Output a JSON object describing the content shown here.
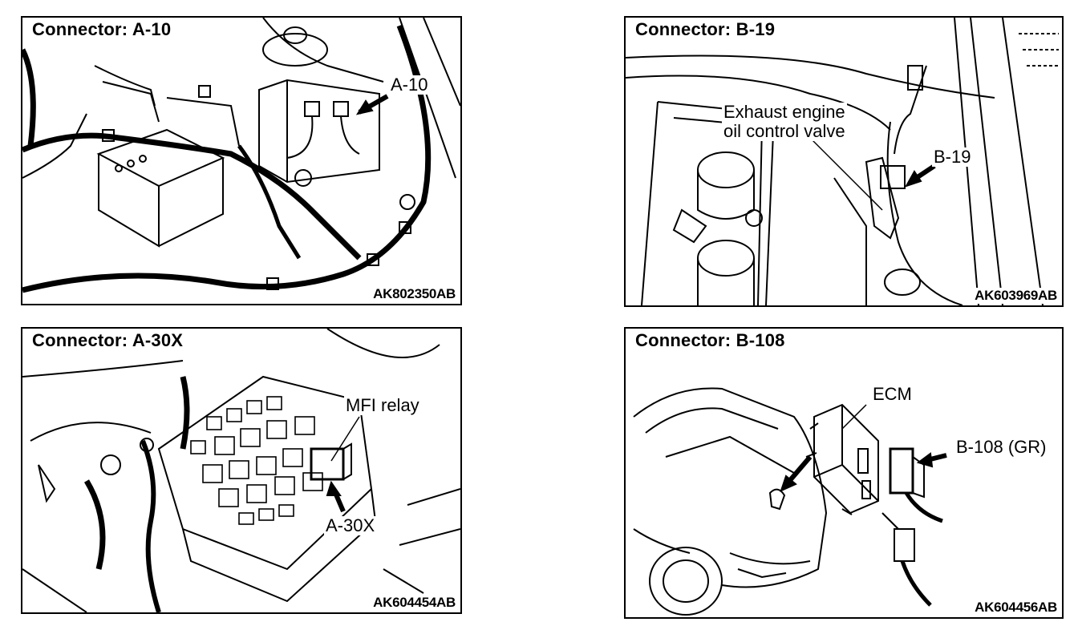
{
  "panels": [
    {
      "title": "Connector: A-10",
      "code": "AK802350AB",
      "callouts": [
        "A-10"
      ]
    },
    {
      "title": "Connector: B-19",
      "code": "AK603969AB",
      "callouts": [
        "Exhaust engine",
        "oil control valve",
        "B-19"
      ]
    },
    {
      "title": "Connector: A-30X",
      "code": "AK604454AB",
      "callouts": [
        "MFI relay",
        "A-30X"
      ]
    },
    {
      "title": "Connector: B-108",
      "code": "AK604456AB",
      "callouts": [
        "ECM",
        "B-108 (GR)"
      ]
    }
  ]
}
